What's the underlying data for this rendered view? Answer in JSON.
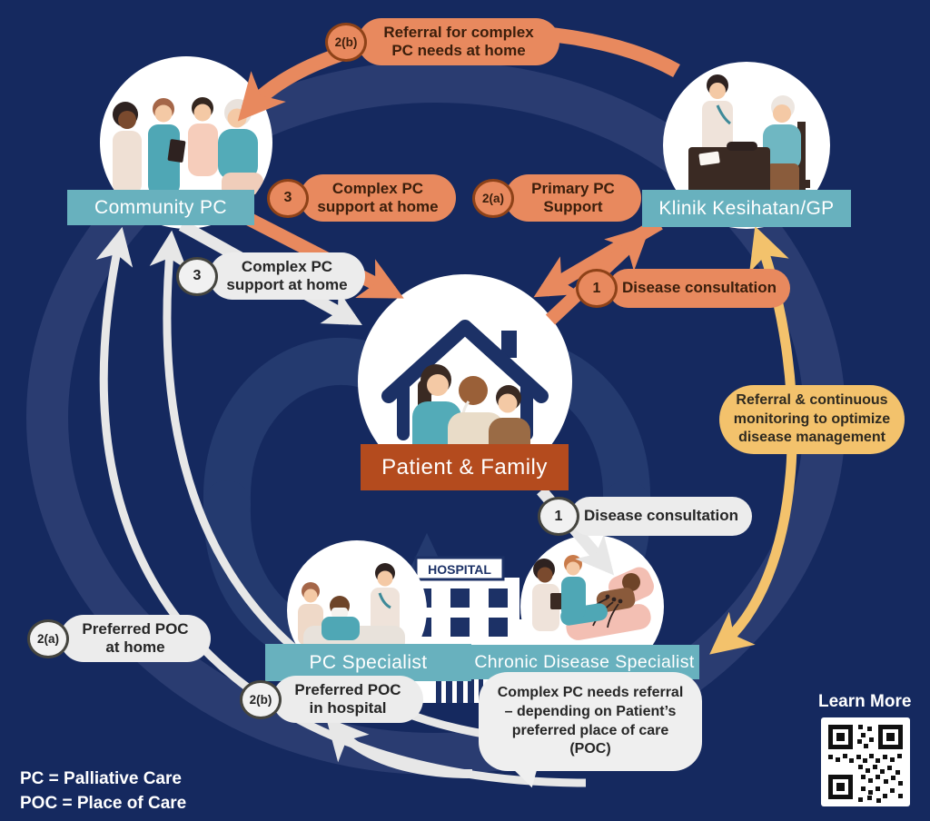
{
  "nodes": {
    "community_pc": "Community PC",
    "klinik_gp": "Klinik Kesihatan/GP",
    "patient_family": "Patient & Family",
    "pc_specialist": "PC Specialist",
    "chronic_disease_specialist": "Chronic Disease Specialist",
    "hospital_sign": "HOSPITAL"
  },
  "flows": {
    "referral_complex_home": {
      "badge": "2(b)",
      "label": "Referral for complex PC needs at home"
    },
    "complex_support_orange": {
      "badge": "3",
      "label": "Complex PC support at home"
    },
    "primary_pc_support": {
      "badge": "2(a)",
      "label": "Primary PC Support"
    },
    "disease_consult_to_klinik": {
      "badge": "1",
      "label": "Disease consultation"
    },
    "complex_support_white": {
      "badge": "3",
      "label": "Complex PC support at home"
    },
    "disease_consult_to_hospital": {
      "badge": "1",
      "label": "Disease consultation"
    },
    "preferred_poc_home": {
      "badge": "2(a)",
      "label": "Preferred POC at home"
    },
    "preferred_poc_hospital": {
      "badge": "2(b)",
      "label": "Preferred POC in hospital"
    },
    "referral_monitoring": {
      "label": "Referral & continuous monitoring to optimize disease management"
    },
    "complex_needs_bubble": {
      "label": "Complex PC needs referral – depending on Patient’s preferred place of care (POC)"
    }
  },
  "legend": {
    "line1": "PC = Palliative Care",
    "line2": "POC = Place of Care"
  },
  "qr": {
    "label": "Learn More"
  },
  "icons": {
    "house": "house-roof outline around patient family",
    "hospital": "white hospital building with navy windows",
    "qr_code": "QR code linking to more information"
  },
  "colors": {
    "background": "#15295F",
    "ring_navy": "#2A3C71",
    "orange": "#E8895E",
    "teal": "#68B1BE",
    "rust": "#B44B1E",
    "yellow": "#F3C26C",
    "pill_white": "#ECECEC",
    "arrow_white": "#E7E7E7"
  }
}
